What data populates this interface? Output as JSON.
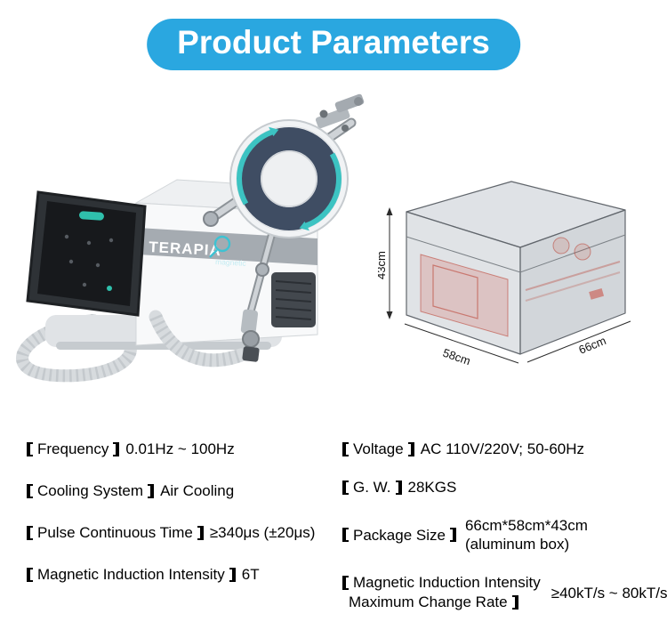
{
  "header": {
    "title": "Product Parameters",
    "accent_color": "#2aa7e0",
    "text_color": "#ffffff"
  },
  "product": {
    "brand": "TERAPIA",
    "brand_sub": "magnetic",
    "screen_accent_color": "#2fc0ac",
    "coil_arrow_color": "#3cc3c2",
    "coil_ring_color": "#3f4d63"
  },
  "package_diagram": {
    "height_label": "43cm",
    "width_label": "58cm",
    "depth_label": "66cm",
    "box_tint_color": "#c6ccd2",
    "device_tint_color": "#c8503c"
  },
  "specs": {
    "left": [
      {
        "label": "Frequency",
        "value": "0.01Hz ~ 100Hz"
      },
      {
        "label": "Cooling System",
        "value": "Air Cooling"
      },
      {
        "label": "Pulse Continuous Time",
        "value": "≥340μs (±20μs)"
      },
      {
        "label": "Magnetic Induction Intensity",
        "value": "6T"
      }
    ],
    "right": [
      {
        "label": "Voltage",
        "value": "AC 110V/220V; 50-60Hz"
      },
      {
        "label": "G. W.",
        "value": "28KGS"
      },
      {
        "label": "Package Size",
        "value_line1": "66cm*58cm*43cm",
        "value_line2": "(aluminum box)"
      },
      {
        "label_line1": "Magnetic Induction Intensity",
        "label_line2": "Maximum Change Rate",
        "value": "≥40kT/s ~ 80kT/s"
      }
    ]
  }
}
